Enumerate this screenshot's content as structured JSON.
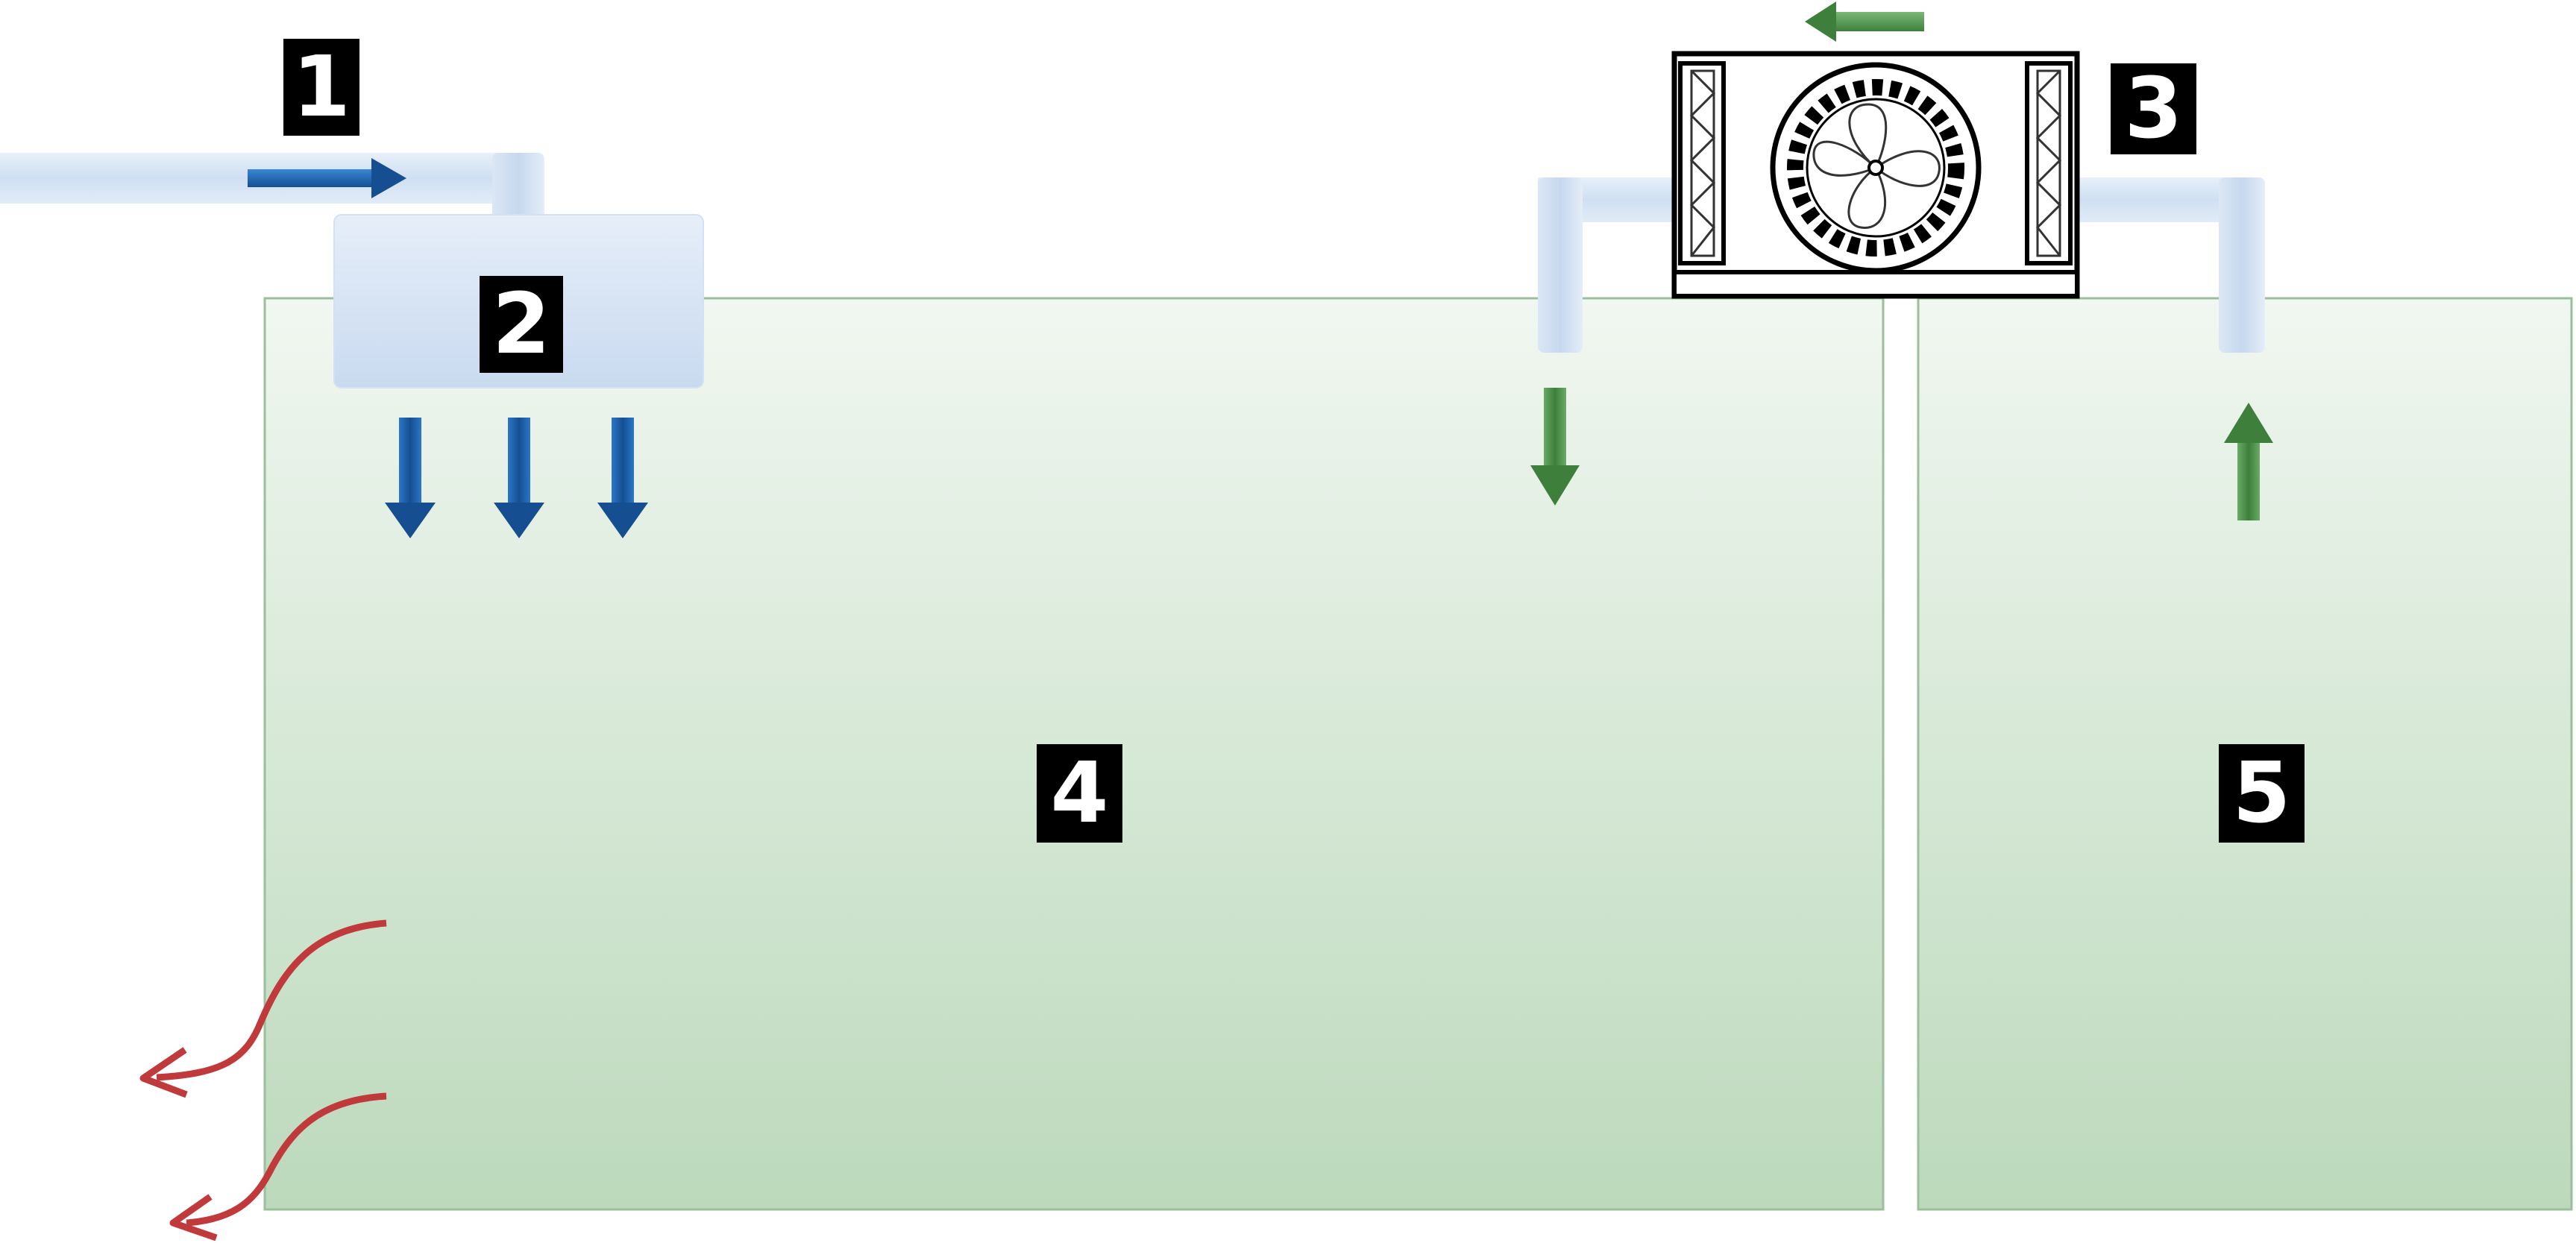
{
  "labels": {
    "l1": "1",
    "l2": "2",
    "l3": "3",
    "l4": "4",
    "l5": "5"
  },
  "colors": {
    "pipe": "#d6e4f4",
    "room_top": "#eef5ee",
    "room_bottom": "#bcd9bc",
    "supply_arrow": "#1e5fa6",
    "circulation_arrow": "#4a8f47",
    "exhaust_arrow": "#c0393b",
    "label_bg": "#000000",
    "label_fg": "#ffffff"
  },
  "icons": {
    "fan": "fan-icon",
    "filter": "filter-icon"
  }
}
